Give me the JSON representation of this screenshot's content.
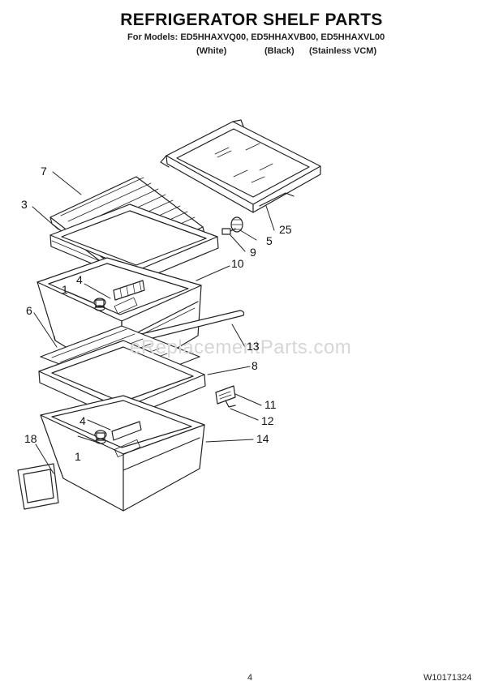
{
  "title": "REFRIGERATOR SHELF PARTS",
  "models_line": "For Models: ED5HHAXVQ00, ED5HHAXVB00, ED5HHAXVL00",
  "variants": [
    "(White)",
    "(Black)",
    "(Stainless VCM)"
  ],
  "callouts": {
    "c7": "7",
    "c3": "3",
    "c1a": "1",
    "c4a": "4",
    "c6": "6",
    "c5": "5",
    "c9": "9",
    "c25": "25",
    "c10": "10",
    "c13": "13",
    "c8": "8",
    "c11": "11",
    "c12": "12",
    "c4b": "4",
    "c18": "18",
    "c1b": "1",
    "c14": "14"
  },
  "watermark": "eReplacementParts.com",
  "footer": {
    "page": "4",
    "doc_number": "W10171324"
  }
}
